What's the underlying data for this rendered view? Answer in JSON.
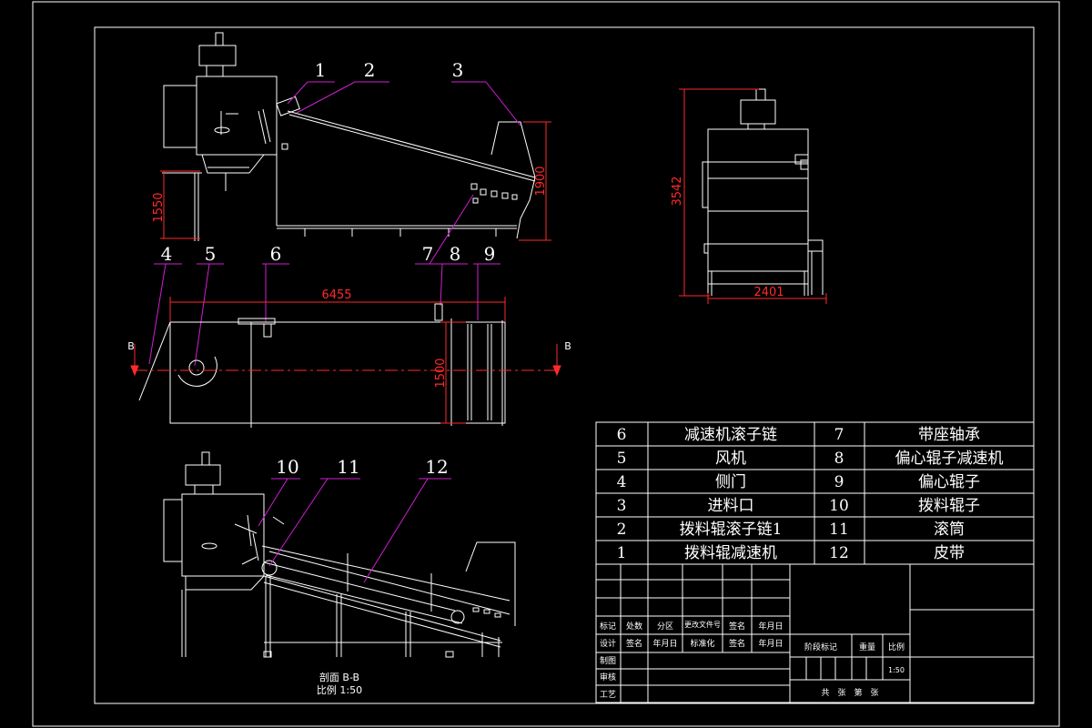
{
  "callouts": {
    "c1": "1",
    "c2": "2",
    "c3": "3",
    "c4": "4",
    "c5": "5",
    "c6": "6",
    "c7": "7",
    "c8": "8",
    "c9": "9",
    "c10": "10",
    "c11": "11",
    "c12": "12"
  },
  "dimensions": {
    "d1550": "1550",
    "d1900": "1900",
    "d6455": "6455",
    "d1500": "1500",
    "d3542": "3542",
    "d2401": "2401"
  },
  "section_marks": {
    "left": "B",
    "right": "B"
  },
  "section_caption": {
    "line1": "剖面 B-B",
    "line2": "比例 1:50"
  },
  "parts_list": [
    {
      "no_a": "6",
      "name_a": "减速机滚子链",
      "no_b": "7",
      "name_b": "带座轴承"
    },
    {
      "no_a": "5",
      "name_a": "风机",
      "no_b": "8",
      "name_b": "偏心辊子减速机"
    },
    {
      "no_a": "4",
      "name_a": "侧门",
      "no_b": "9",
      "name_b": "偏心辊子"
    },
    {
      "no_a": "3",
      "name_a": "进料口",
      "no_b": "10",
      "name_b": "拨料辊子"
    },
    {
      "no_a": "2",
      "name_a": "拨料辊滚子链1",
      "no_b": "11",
      "name_b": "滚筒"
    },
    {
      "no_a": "1",
      "name_a": "拨料辊减速机",
      "no_b": "12",
      "name_b": "皮带"
    }
  ],
  "title_block": {
    "h_mark": "标记",
    "h_count": "处数",
    "h_zone": "分区",
    "h_doc": "更改文件号",
    "h_sign": "签名",
    "h_date": "年月日",
    "r_design": "设计",
    "r_sign1": "签名",
    "r_date1": "年月日",
    "r_std": "标准化",
    "r_sign2": "签名",
    "r_date2": "年月日",
    "r_draw": "制图",
    "r_check": "审核",
    "r_process": "工艺",
    "stage": "阶段标记",
    "weight": "重量",
    "scale_label": "比例",
    "scale_value": "1:50",
    "total": "共　张　第　张"
  },
  "colors": {
    "line": "#ffffff",
    "dimension": "#ff2a2a",
    "leader": "#d01fd0",
    "background": "#000000"
  }
}
